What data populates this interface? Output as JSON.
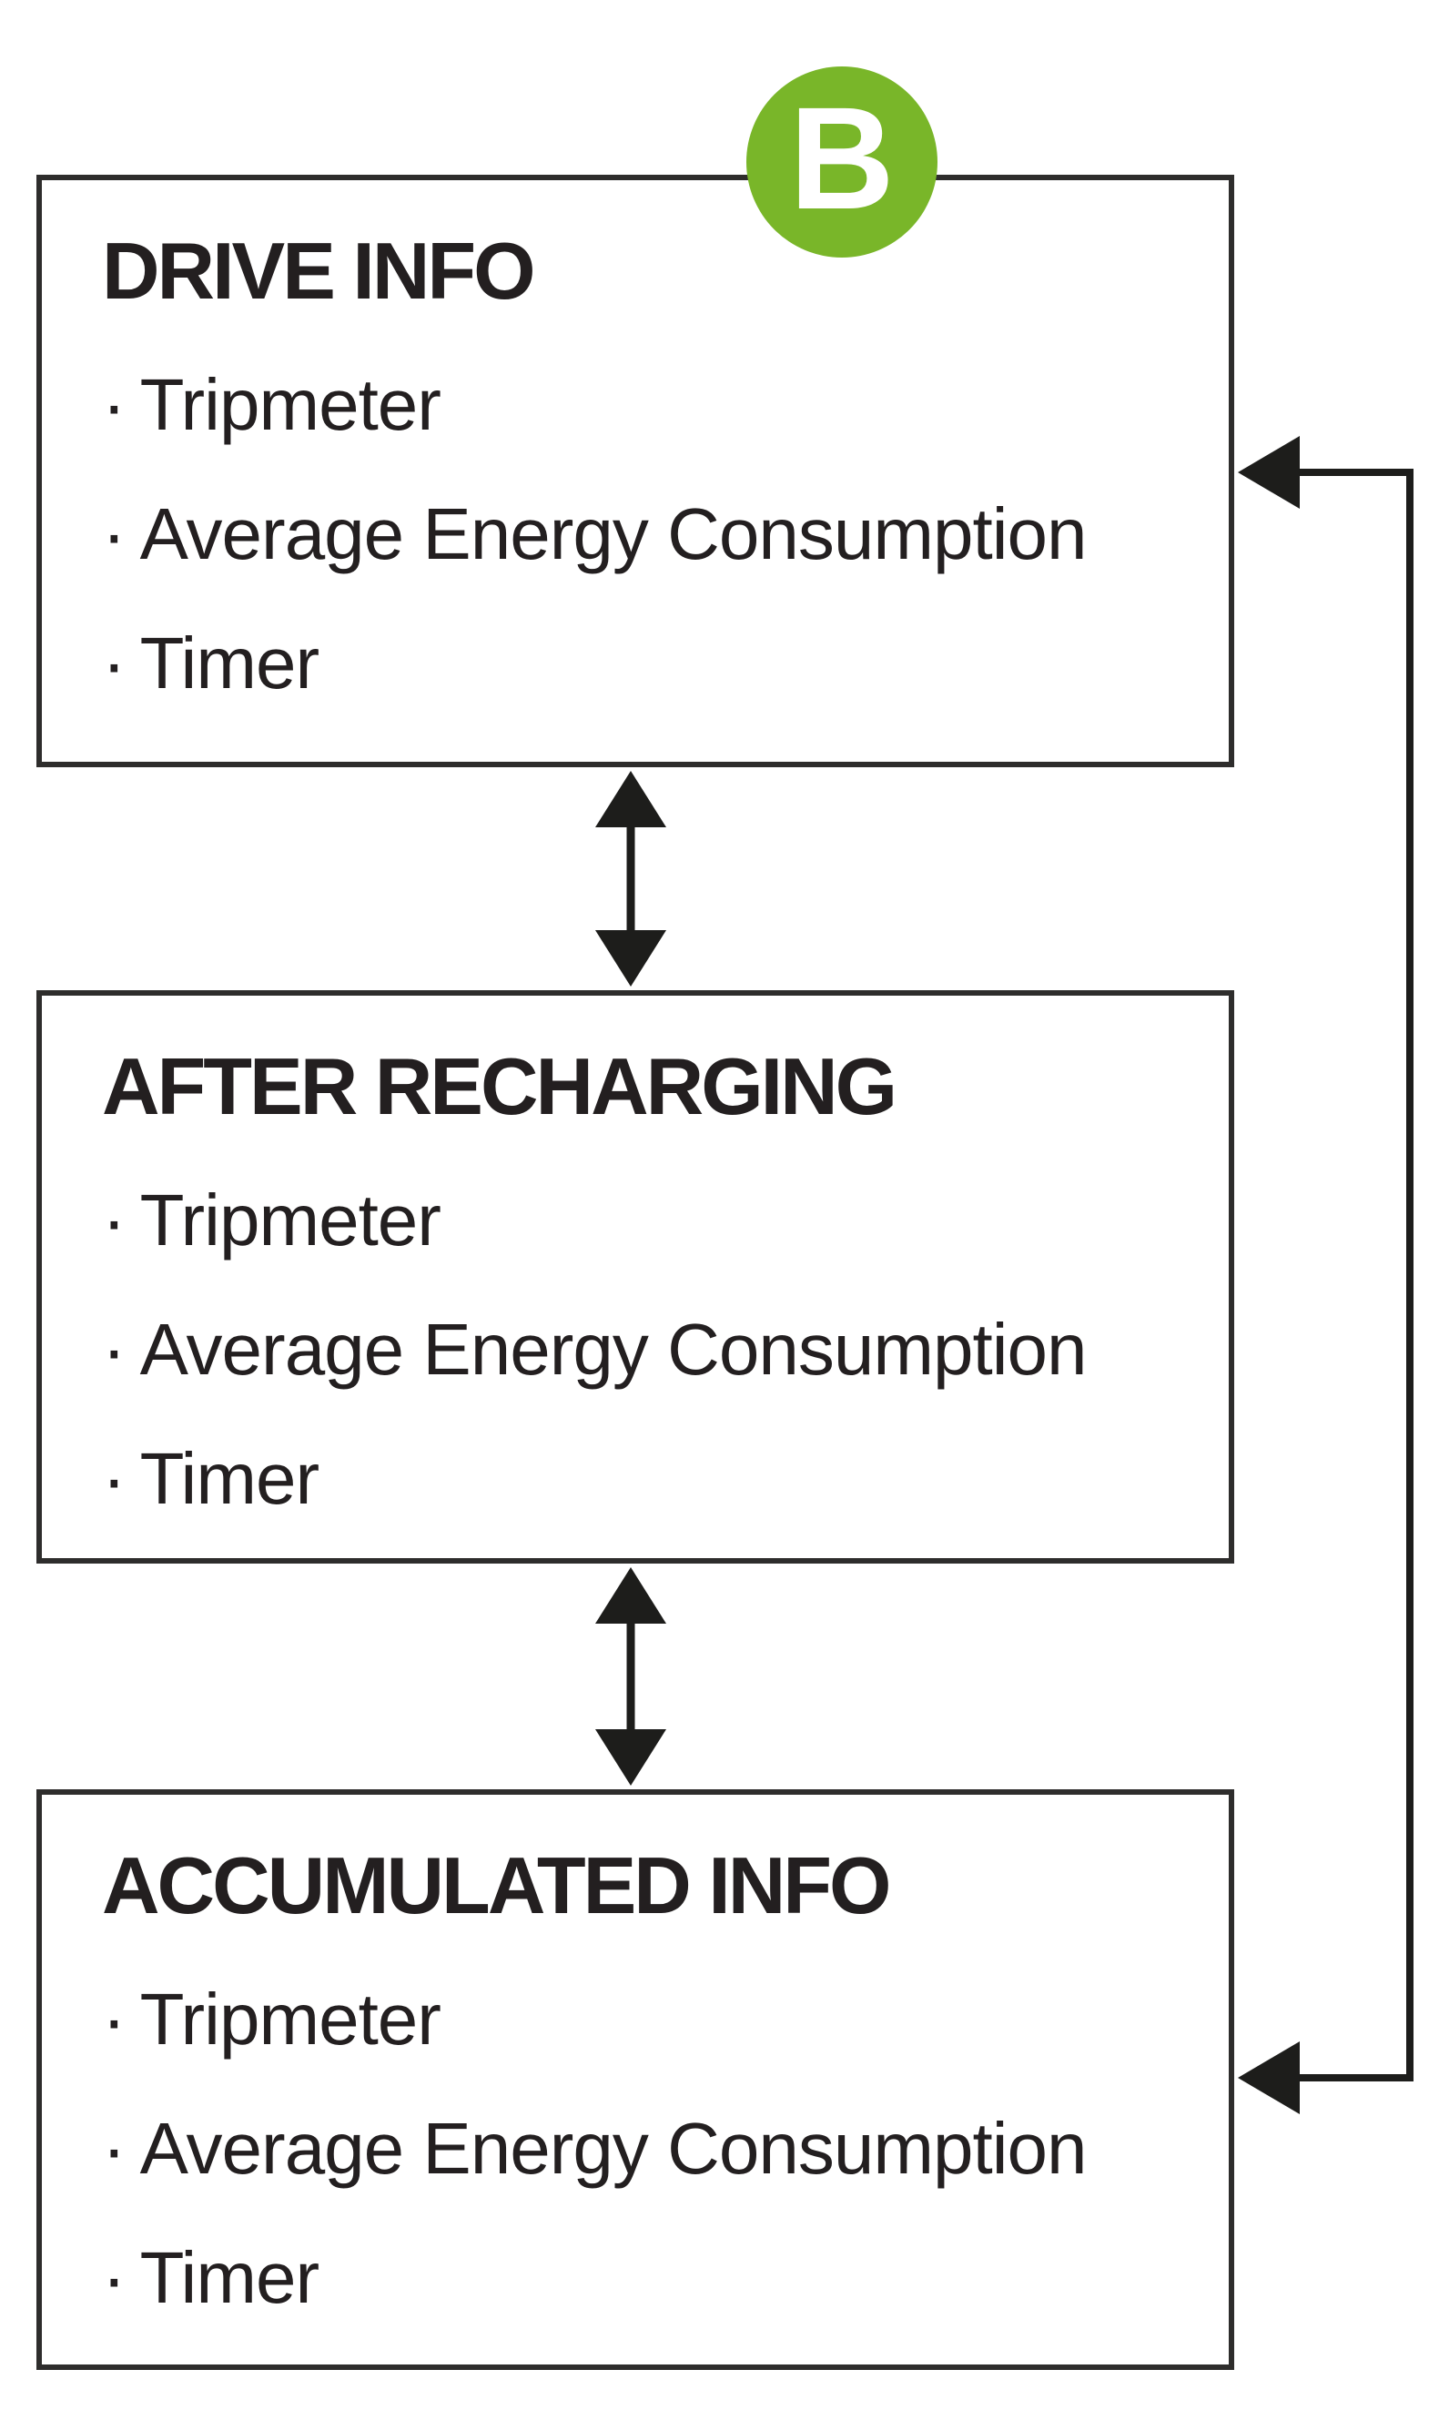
{
  "bullet_char": "·",
  "badge": {
    "label": "B"
  },
  "boxes": [
    {
      "title": "DRIVE INFO",
      "items": [
        "Tripmeter",
        "Average Energy Consumption",
        "Timer"
      ]
    },
    {
      "title": "AFTER RECHARGING",
      "items": [
        "Tripmeter",
        "Average Energy Consumption",
        "Timer"
      ]
    },
    {
      "title": "ACCUMULATED INFO",
      "items": [
        "Tripmeter",
        "Average Energy Consumption",
        "Timer"
      ]
    }
  ],
  "connections": [
    "DRIVE INFO <-> AFTER RECHARGING",
    "AFTER RECHARGING <-> ACCUMULATED INFO",
    "loop: right side feedback into DRIVE INFO and ACCUMULATED INFO"
  ],
  "colors": {
    "text": "#231f20",
    "box_border": "#2e2d2c",
    "line": "#1d1d1b",
    "badge_bg": "#79b629",
    "badge_text": "#ffffff",
    "page_bg": "#ffffff"
  }
}
